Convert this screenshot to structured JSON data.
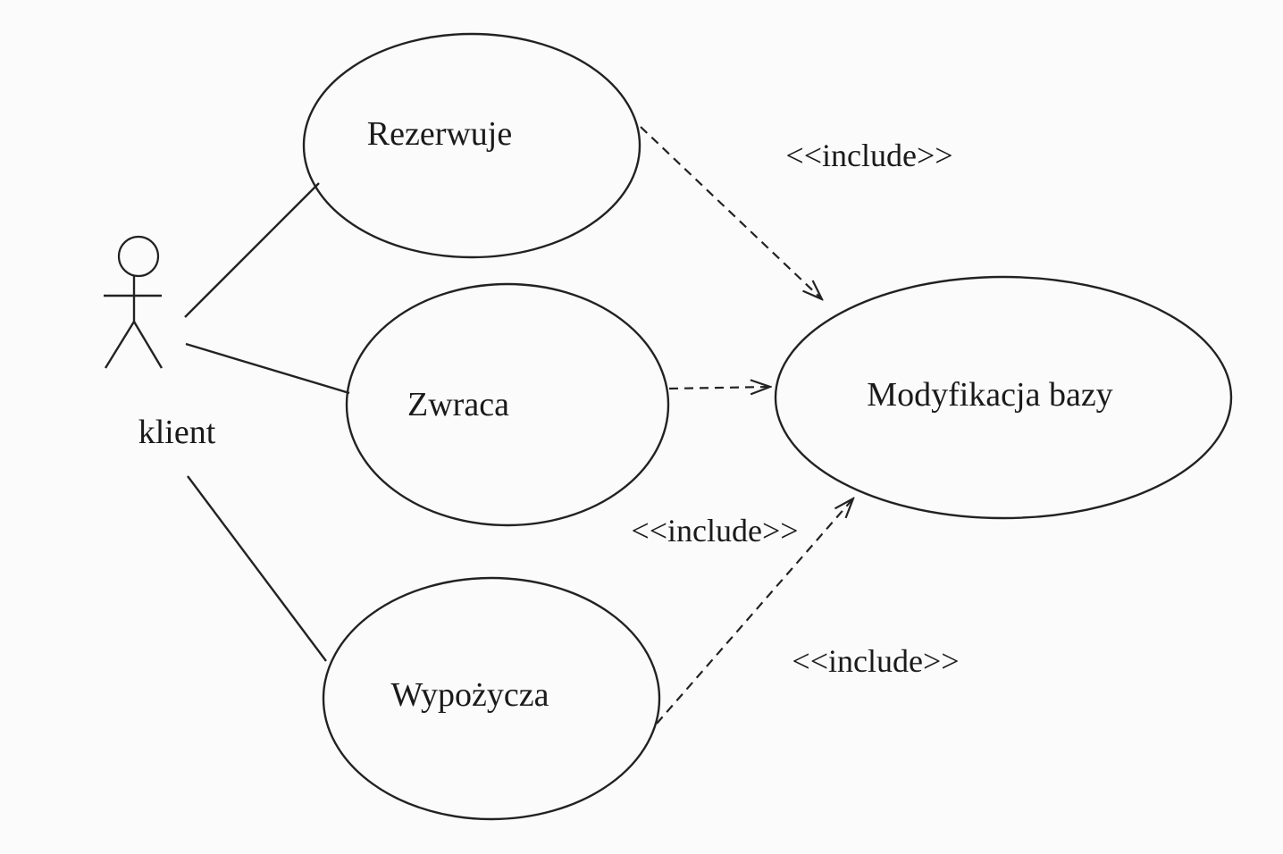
{
  "diagram": {
    "type": "UML use case diagram",
    "actor": {
      "label": "klient"
    },
    "use_cases": [
      {
        "id": "rezerwuje",
        "label": "Rezerwuje"
      },
      {
        "id": "zwraca",
        "label": "Zwraca"
      },
      {
        "id": "wypozycza",
        "label": "Wypożycza"
      },
      {
        "id": "modyfikacja",
        "label": "Modyfikacja bazy"
      }
    ],
    "relations": [
      {
        "from": "rezerwuje",
        "to": "modyfikacja",
        "label": "<<include>>"
      },
      {
        "from": "zwraca",
        "to": "modyfikacja",
        "label": "<<include>>"
      },
      {
        "from": "wypozycza",
        "to": "modyfikacja",
        "label": "<<include>>"
      }
    ],
    "colors": {
      "ink": "#222222",
      "paper": "#fbfbfb"
    }
  }
}
